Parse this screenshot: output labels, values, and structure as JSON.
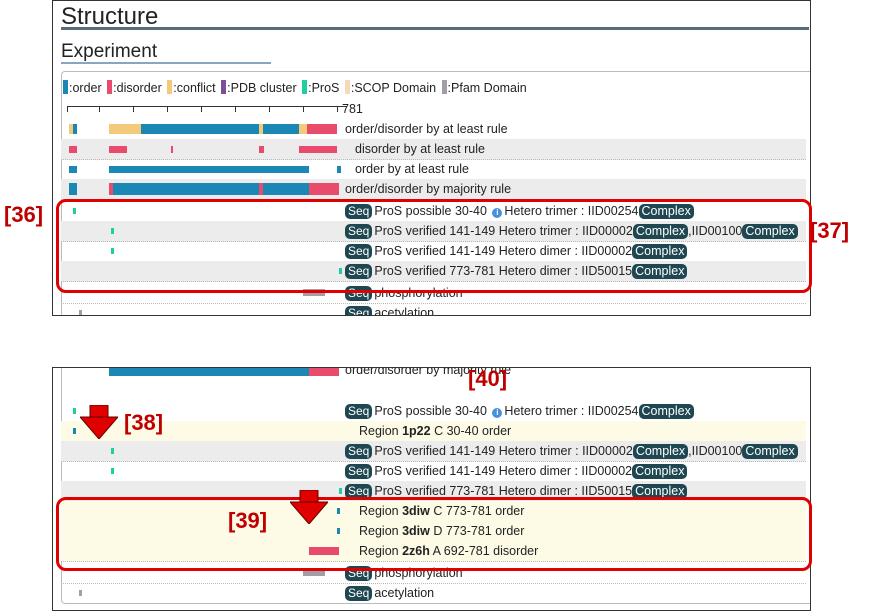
{
  "panel1": {
    "heading": "Structure",
    "subheading": "Experiment",
    "legend": [
      {
        "label": ":order",
        "color": "#1a87b5"
      },
      {
        "label": ":disorder",
        "color": "#e84b6c"
      },
      {
        "label": ":conflict",
        "color": "#f5c97a"
      },
      {
        "label": ":PDB cluster",
        "color": "#7d4e9a"
      },
      {
        "label": ":ProS",
        "color": "#1fcf9d"
      },
      {
        "label": ":SCOP Domain",
        "color": "#f7d9b9"
      },
      {
        "label": ":Pfam Domain",
        "color": "#a39ea6"
      }
    ],
    "axis_end_label": "781",
    "rows": [
      {
        "text": "order/disorder by at least rule"
      },
      {
        "text": "disorder by at least rule"
      },
      {
        "text": "order by at least rule"
      },
      {
        "text": "order/disorder by majority rule"
      },
      {
        "seq": "Seq",
        "text": "ProS possible 30-40",
        "info": "i",
        "text2": "Hetero trimer : IID00254",
        "complex": "Complex"
      },
      {
        "seq": "Seq",
        "text": "ProS verified 141-149 Hetero trimer : IID00002",
        "complex": "Complex",
        "text2": ",IID00100",
        "complex2": "Complex"
      },
      {
        "seq": "Seq",
        "text": "ProS verified 141-149 Hetero dimer : IID00002",
        "complex": "Complex"
      },
      {
        "seq": "Seq",
        "text": "ProS verified 773-781 Hetero dimer : IID50015",
        "complex": "Complex"
      },
      {
        "seq": "Seq",
        "text": "phosphorylation"
      },
      {
        "seq": "Seq",
        "text": "acetylation"
      }
    ]
  },
  "panel2": {
    "top_partial": "order/disorder by majority rule",
    "rows": [
      {
        "seq": "Seq",
        "text": "ProS possible 30-40",
        "info": "i",
        "text2": "Hetero trimer : IID00254",
        "complex": "Complex"
      },
      {
        "pre": "Region ",
        "pdb": "1p22",
        "post": " C 30-40 order"
      },
      {
        "seq": "Seq",
        "text": "ProS verified 141-149 Hetero trimer : IID00002",
        "complex": "Complex",
        "text2": ",IID00100",
        "complex2": "Complex"
      },
      {
        "seq": "Seq",
        "text": "ProS verified 141-149 Hetero dimer : IID00002",
        "complex": "Complex"
      },
      {
        "seq": "Seq",
        "text": "ProS verified 773-781 Hetero dimer : IID50015",
        "complex": "Complex"
      },
      {
        "pre": "Region ",
        "pdb": "3diw",
        "post": " C 773-781 order"
      },
      {
        "pre": "Region ",
        "pdb": "3diw",
        "post": " D 773-781 order"
      },
      {
        "pre": "Region ",
        "pdb": "2z6h",
        "post": " A 692-781 disorder"
      },
      {
        "seq": "Seq",
        "text": "phosphorylation"
      },
      {
        "seq": "Seq",
        "text": "acetylation"
      }
    ]
  },
  "callouts": {
    "c36": "[36]",
    "c37": "[37]",
    "c38": "[38]",
    "c39": "[39]",
    "c40": "[40]"
  },
  "colors": {
    "order": "#1a87b5",
    "disorder": "#e84b6c",
    "conflict": "#f5c97a",
    "pros": "#1fcf9d",
    "pfam": "#a39ea6",
    "annotation_red": "#e00000"
  }
}
